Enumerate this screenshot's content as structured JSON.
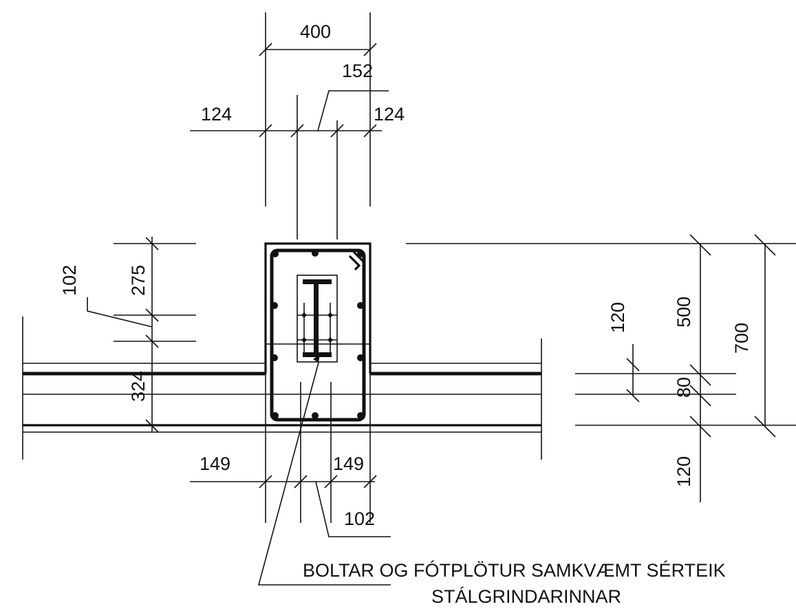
{
  "dimensions": {
    "top_width": "400",
    "top_middle": "152",
    "top_left": "124",
    "top_right": "124",
    "left_102": "102",
    "left_275": "275",
    "left_324": "324",
    "bottom_left": "149",
    "bottom_right": "149",
    "bottom_middle": "102",
    "right_120_top": "120",
    "right_500": "500",
    "right_700": "700",
    "right_80": "80",
    "right_120_bottom": "120"
  },
  "note": {
    "line1": "BOLTAR OG FÓTPLÖTUR SAMKVÆMT SÉRTEIK",
    "line2": "STÁLGRINDARINNAR"
  }
}
